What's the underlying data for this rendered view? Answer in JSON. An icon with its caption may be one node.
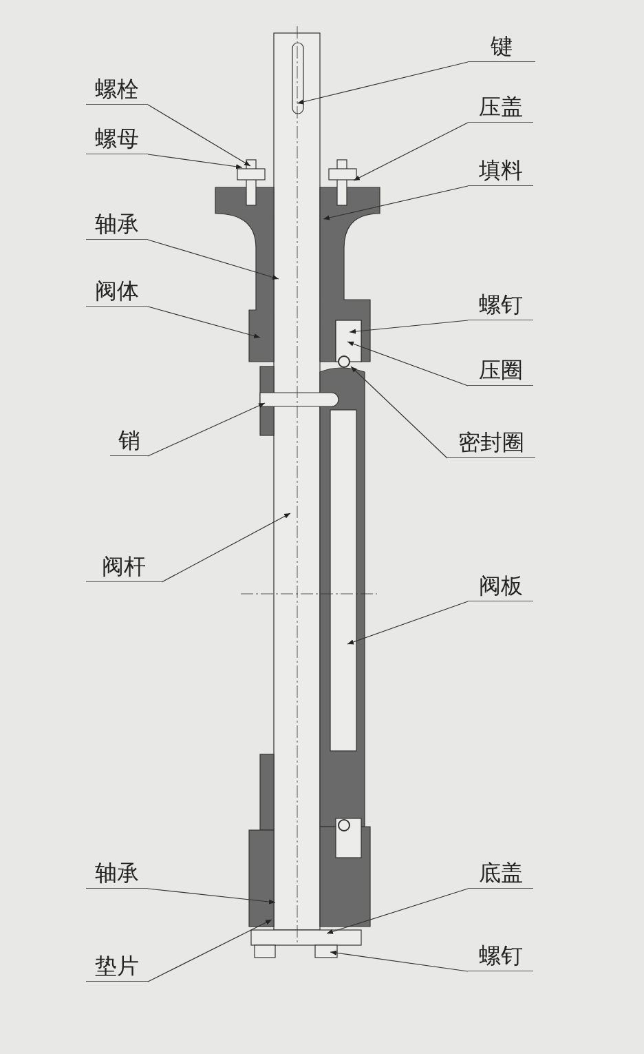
{
  "diagram": {
    "nodes": [
      {
        "text": [
          "键"
        ]
      },
      {
        "text": [
          "螺栓"
        ]
      },
      {
        "text": [
          "压盖"
        ]
      },
      {
        "text": [
          "螺母"
        ]
      },
      {
        "text": [
          "填料"
        ]
      },
      {
        "text": [
          "轴承"
        ]
      },
      {
        "text": [
          "阀体"
        ]
      },
      {
        "text": [
          "螺钉"
        ]
      },
      {
        "text": [
          "压圈"
        ]
      },
      {
        "text": [
          "销"
        ]
      },
      {
        "text": [
          "密封圈"
        ]
      },
      {
        "text": [
          "阀杆"
        ]
      },
      {
        "text": [
          "阀板"
        ]
      },
      {
        "text": [
          "轴承"
        ]
      },
      {
        "text": [
          "底盖"
        ]
      },
      {
        "text": [
          "螺钉"
        ]
      },
      {
        "text": [
          "垫片"
        ]
      }
    ],
    "edges": [
      {
        "from": 0,
        "to": null,
        "arrow": "to"
      },
      {
        "from": 1,
        "to": null,
        "arrow": "to"
      },
      {
        "from": 2,
        "to": null,
        "arrow": "to"
      },
      {
        "from": 3,
        "to": null,
        "arrow": "to"
      },
      {
        "from": 4,
        "to": null,
        "arrow": "to"
      },
      {
        "from": 5,
        "to": null,
        "arrow": "to"
      },
      {
        "from": 6,
        "to": null,
        "arrow": "to"
      },
      {
        "from": 7,
        "to": null,
        "arrow": "to"
      },
      {
        "from": 8,
        "to": null,
        "arrow": "to"
      },
      {
        "from": 9,
        "to": null,
        "arrow": "to"
      },
      {
        "from": 10,
        "to": null,
        "arrow": "to"
      },
      {
        "from": 11,
        "to": null,
        "arrow": "to"
      },
      {
        "from": 12,
        "to": null,
        "arrow": "to"
      },
      {
        "from": 13,
        "to": null,
        "arrow": "to"
      },
      {
        "from": 14,
        "to": null,
        "arrow": "to"
      },
      {
        "from": 15,
        "to": null,
        "arrow": "to"
      },
      {
        "from": 16,
        "to": null,
        "arrow": "to"
      }
    ]
  }
}
